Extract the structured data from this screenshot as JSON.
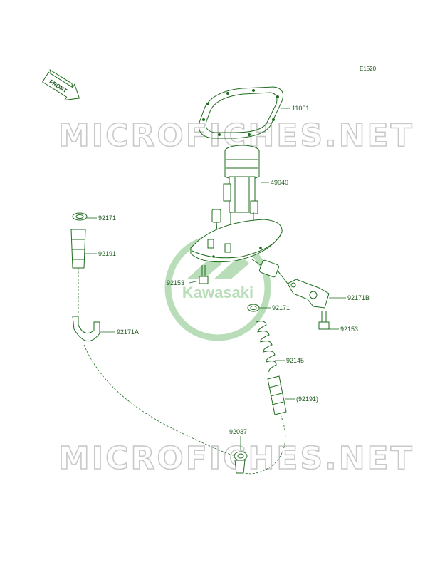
{
  "diagram_code": "E1520",
  "front_label": "FRONT",
  "watermark": "MICROFICHES.NET",
  "logo_text": "Kawasaki",
  "colors": {
    "ink": "#1e6b1e",
    "logo": "#7fc27f",
    "watermark": "#c9c9c9"
  },
  "parts": [
    {
      "number": "11061"
    },
    {
      "number": "49040"
    },
    {
      "number": "92171"
    },
    {
      "number": "92191"
    },
    {
      "number": "92171A"
    },
    {
      "number": "92153"
    },
    {
      "number": "92171"
    },
    {
      "number": "92171B"
    },
    {
      "number": "92153"
    },
    {
      "number": "92145"
    },
    {
      "number": "(92191)"
    },
    {
      "number": "92037"
    }
  ]
}
